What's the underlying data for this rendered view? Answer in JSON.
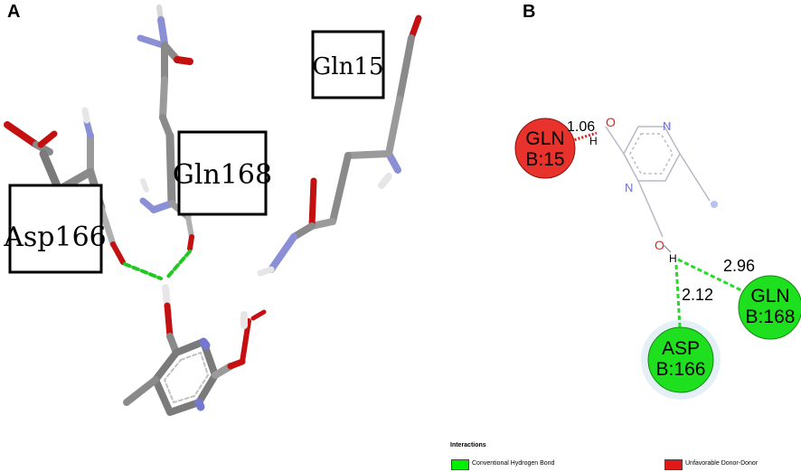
{
  "panels": {
    "a": "A",
    "b": "B"
  },
  "panel_a": {
    "residue_labels": [
      "Asp166",
      "Gln168",
      "Gln15"
    ]
  },
  "panel_b": {
    "residues": [
      {
        "line1": "GLN",
        "line2": "B:15",
        "color": "#e8322c"
      },
      {
        "line1": "GLN",
        "line2": "B:168",
        "color": "#1fe01f"
      },
      {
        "line1": "ASP",
        "line2": "B:166",
        "color": "#1fe01f"
      }
    ],
    "distances": [
      "1.06",
      "2.96",
      "2.12"
    ],
    "atoms": {
      "o1": "O",
      "o2": "O",
      "n1": "N",
      "n2": "N",
      "h1": "H",
      "h2": "H"
    }
  },
  "legend": {
    "title": "Interactions",
    "items": [
      {
        "label": "Conventional Hydrogen Bond",
        "color": "#00ee00"
      },
      {
        "label": "Unfavorable Donor-Donor",
        "color": "#e01818"
      }
    ]
  }
}
